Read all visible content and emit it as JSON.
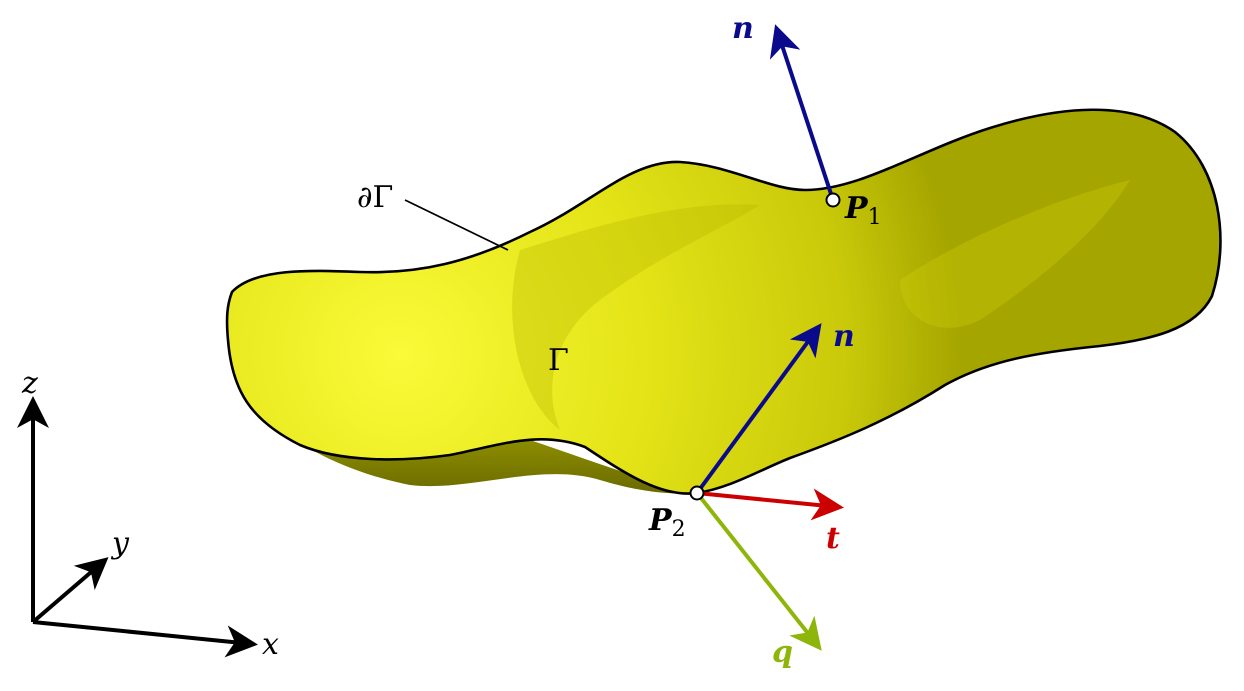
{
  "labels": {
    "boundary": "∂Γ",
    "surface": "Γ",
    "p1_main": "P",
    "p1_sub": "1",
    "p2_main": "P",
    "p2_sub": "2",
    "normal_top": "n",
    "normal_bottom": "n",
    "tangent": "t",
    "conormal": "q",
    "axis_x": "x",
    "axis_y": "y",
    "axis_z": "z"
  },
  "colors": {
    "surface": "#e3e315",
    "surface_highlight": "#fafa3c",
    "surface_shadow": "#8a8a00",
    "outline": "#000000",
    "normal": "#0a0a8c",
    "tangent": "#cc0000",
    "conormal": "#8db50a",
    "axes": "#000000"
  },
  "icons": {
    "point_marker": "open-circle",
    "arrow_head": "triangle-arrow"
  }
}
